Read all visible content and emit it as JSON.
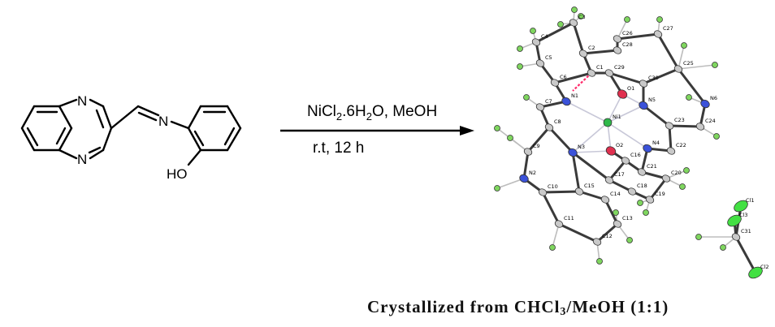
{
  "reactant": {
    "atoms": {
      "n_ring_top": "N",
      "n_ring_bottom": "N",
      "n_imine": "N",
      "hydroxyl": "HO"
    }
  },
  "arrow": {
    "reagent_prefix": "NiCl",
    "reagent_sub1": "2",
    "reagent_mid": ".6H",
    "reagent_sub2": "2",
    "reagent_suffix": "O, MeOH",
    "conditions": "r.t, 12 h"
  },
  "crystal": {
    "labels": {
      "C3": "C3",
      "C4": "C4",
      "C5": "C5",
      "C6": "C6",
      "C2": "C2",
      "C1": "C1",
      "C7": "C7",
      "C8": "C8",
      "C9": "C9",
      "C26": "C26",
      "C27": "C27",
      "C25": "C25",
      "C29": "C29",
      "C30": "C30",
      "C28": "C28",
      "C23": "C23",
      "C24": "C24",
      "C22": "C22",
      "C21": "C21",
      "C20": "C20",
      "C18": "C18",
      "C19": "C19",
      "C17": "C17",
      "C15": "C15",
      "C14": "C14",
      "C16": "C16",
      "C10": "C10",
      "C11": "C11",
      "C12": "C12",
      "C13": "C13",
      "C31": "C31",
      "N1": "N1",
      "N2": "N2",
      "N3": "N3",
      "N4": "N4",
      "N5": "N5",
      "N6": "N6",
      "O1": "O1",
      "O2": "O2",
      "Ni1": "Ni1",
      "Cl1": "Cl1",
      "Cl2": "Cl2",
      "Cl3": "Cl3"
    }
  },
  "caption": {
    "prefix": "Crystallized from CHCl",
    "sub": "3",
    "suffix": "/MeOH (1:1)"
  },
  "colors": {
    "carbon": "#c9c9c9",
    "hydrogen": "#7fd65f",
    "nitrogen": "#3b52d9",
    "oxygen": "#e0304f",
    "nickel": "#2fb84a",
    "chlorine": "#43e043",
    "hbond": "#ff2a6a"
  }
}
